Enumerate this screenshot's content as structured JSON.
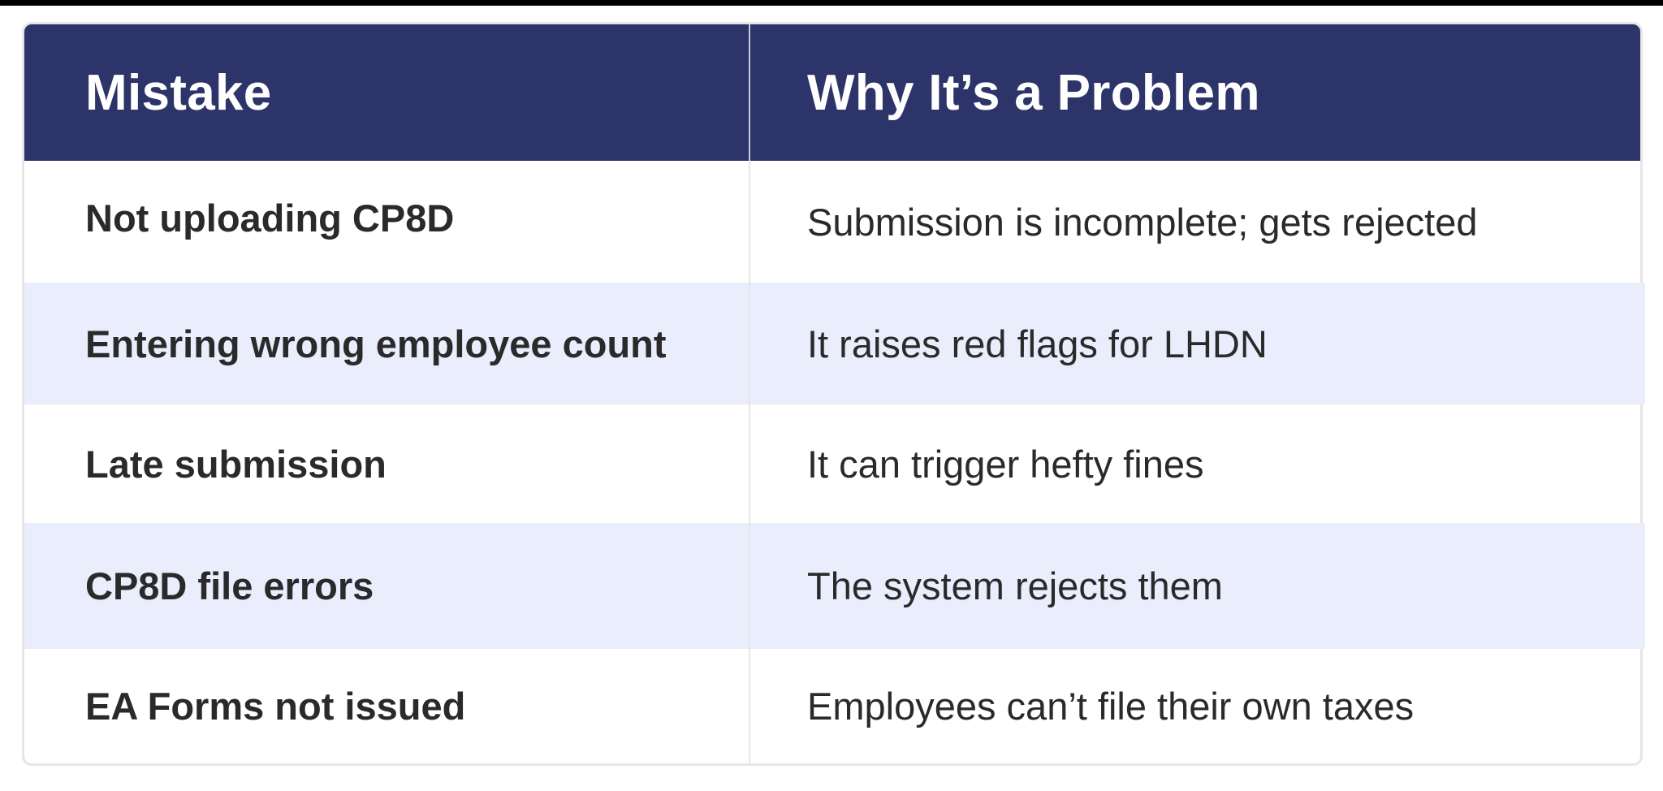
{
  "colors": {
    "header_bg": "#2d3469",
    "header_text": "#ffffff",
    "stripe_bg": "#e9edfc",
    "body_text": "#2a2a2a",
    "border": "#e6e6e8"
  },
  "table": {
    "headers": [
      "Mistake",
      "Why It’s a Problem"
    ],
    "rows": [
      {
        "mistake": "Not uploading CP8D",
        "reason": "Submission is incomplete; gets rejected"
      },
      {
        "mistake": "Entering wrong employee count",
        "reason": "It raises red flags for LHDN"
      },
      {
        "mistake": "Late submission",
        "reason": "It can trigger hefty fines"
      },
      {
        "mistake": "CP8D file errors",
        "reason": "The system rejects them"
      },
      {
        "mistake": "EA Forms not issued",
        "reason": "Employees can’t file their own taxes"
      }
    ]
  }
}
